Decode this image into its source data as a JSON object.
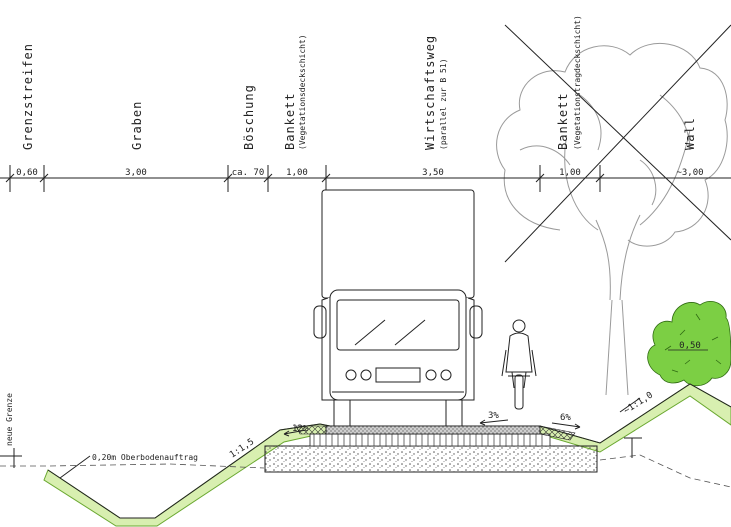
{
  "sections": [
    {
      "title": "Grenzstreifen",
      "subtitle": "",
      "dim": "0,60"
    },
    {
      "title": "Graben",
      "subtitle": "",
      "dim": "3,00"
    },
    {
      "title": "Böschung",
      "subtitle": "",
      "dim": "ca. 70"
    },
    {
      "title": "Bankett",
      "subtitle": "(Vegetationsdeckschicht)",
      "dim": "1,00"
    },
    {
      "title": "Wirtschaftsweg",
      "subtitle": "(parallel zur B 51)",
      "dim": "3,50"
    },
    {
      "title": "Bankett",
      "subtitle": "(Vegetationstragdeckschicht)",
      "dim": "1,00"
    },
    {
      "title": "Wall",
      "subtitle": "",
      "dim": "~3,00"
    }
  ],
  "annotations": {
    "boundary": "neue Grenze",
    "topsoil": "0,20m Oberbodenauftrag",
    "slope_left": "1:1,5",
    "slope_right": "~1:1,0",
    "grade_left_bank": "12%",
    "grade_path": "3%",
    "grade_right_bank": "6%",
    "hedge_width": "0,50"
  },
  "colors": {
    "line": "#222222",
    "topsoil": "#d8efb0",
    "topsoil_edge": "#6aa830",
    "shrub": "#7ccf44",
    "tree": "#9a9a9a"
  },
  "icons": [
    "truck-icon",
    "cyclist-icon",
    "tree-icon",
    "shrub-icon"
  ]
}
